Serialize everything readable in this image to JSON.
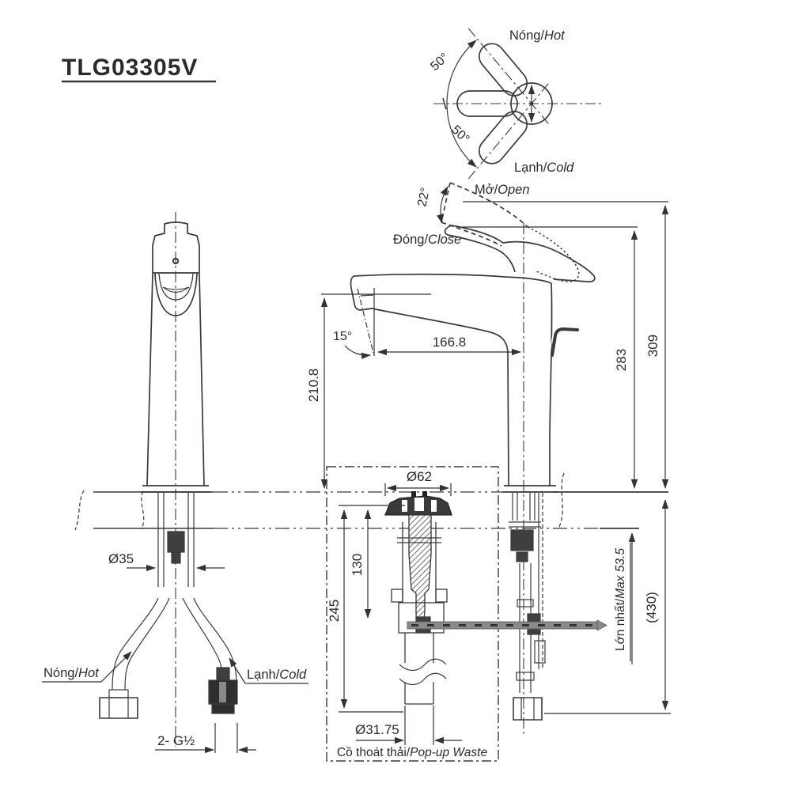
{
  "title": "TLG03305V",
  "colors": {
    "line": "#3a3a3a",
    "dim_line": "#333333",
    "rod_gray": "#8a8a8a",
    "background": "#ffffff"
  },
  "top_view": {
    "hot_vi": "Nóng/",
    "hot_en": "Hot",
    "cold_vi": "Lạnh/",
    "cold_en": "Cold",
    "angle_upper": "50°",
    "angle_lower": "50°"
  },
  "handle": {
    "open_vi": "Mở/",
    "open_en": "Open",
    "close_vi": "Đóng/",
    "close_en": "Close",
    "open_angle": "22°"
  },
  "dimensions": {
    "spout_angle": "15°",
    "spout_reach": "166.8",
    "spout_outlet_height": "210.8",
    "height_closed": "283",
    "height_open": "309",
    "shank_diameter": "Ø35",
    "flange_diameter": "Ø62",
    "popup_upper_depth": "130",
    "popup_total_depth": "245",
    "tailpipe_diameter": "Ø31.75",
    "below_counter_reference": "(430)",
    "max_counter_vi": "Lớn nhất/",
    "max_counter_en": "Max 53.5",
    "supply_thread": "2- G½"
  },
  "supply": {
    "hot_vi": "Nóng/",
    "hot_en": "Hot",
    "cold_vi": "Lạnh/",
    "cold_en": "Cold"
  },
  "popup_caption": {
    "vi": "Cồ thoát thải/",
    "en": "Pop-up Waste"
  }
}
